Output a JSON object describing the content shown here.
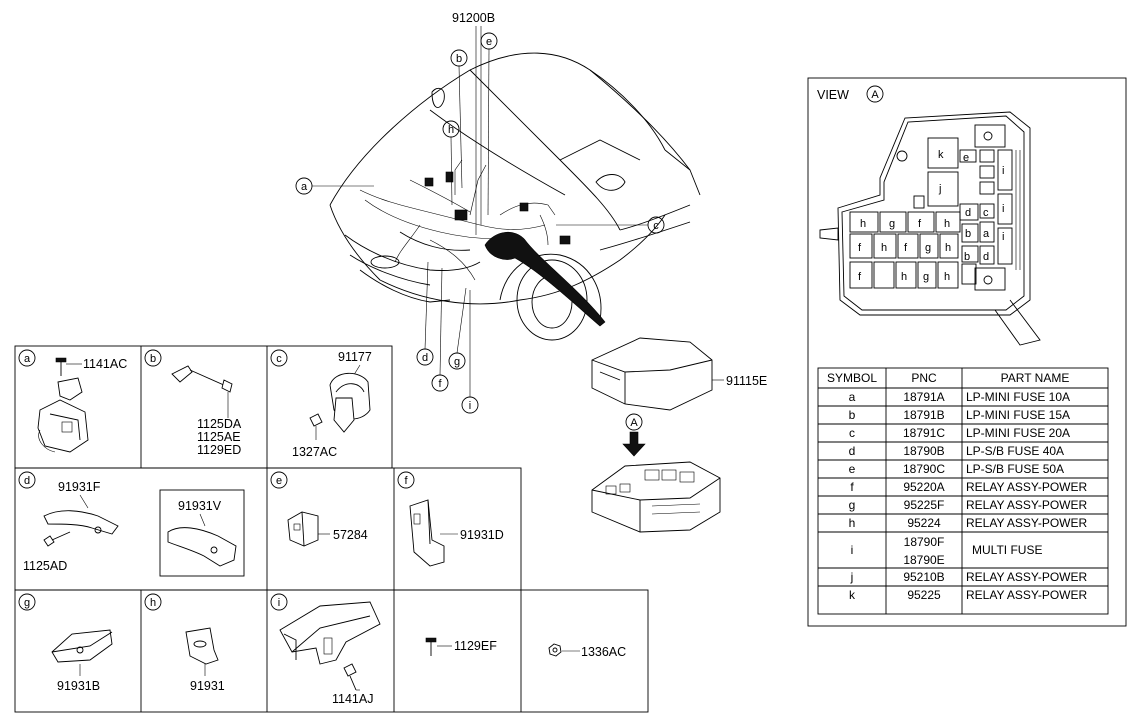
{
  "main_diagram": {
    "top_part": "91200B",
    "callouts": [
      "a",
      "b",
      "c",
      "d",
      "e",
      "f",
      "g",
      "h",
      "i"
    ],
    "fuse_box_cover": "91115E",
    "view_marker": "A"
  },
  "panels": {
    "a": {
      "letter": "a",
      "parts": [
        "1141AC"
      ]
    },
    "b": {
      "letter": "b",
      "parts": [
        "1125DA",
        "1125AE",
        "1129ED"
      ]
    },
    "c": {
      "letter": "c",
      "parts": [
        "91177",
        "1327AC"
      ]
    },
    "d": {
      "letter": "d",
      "parts": [
        "91931F",
        "1125AD",
        "91931V"
      ]
    },
    "e": {
      "letter": "e",
      "parts": [
        "57284"
      ]
    },
    "f": {
      "letter": "f",
      "parts": [
        "91931D"
      ]
    },
    "g": {
      "letter": "g",
      "parts": [
        "91931B"
      ]
    },
    "h": {
      "letter": "h",
      "parts": [
        "91931"
      ]
    },
    "i": {
      "letter": "i",
      "parts": [
        "1141AJ"
      ]
    },
    "extra1": {
      "parts": [
        "1129EF"
      ]
    },
    "extra2": {
      "parts": [
        "1336AC"
      ]
    }
  },
  "view_box": {
    "title": "VIEW",
    "marker": "A",
    "labels": [
      "k",
      "e",
      "j",
      "h",
      "g",
      "f",
      "h",
      "f",
      "h",
      "f",
      "g",
      "h",
      "f",
      "h",
      "g",
      "h",
      "d",
      "c",
      "b",
      "a",
      "b",
      "d",
      "i",
      "i",
      "i"
    ]
  },
  "parts_table": {
    "headers": [
      "SYMBOL",
      "PNC",
      "PART NAME"
    ],
    "rows": [
      {
        "symbol": "a",
        "pnc": "18791A",
        "name": "LP-MINI FUSE 10A"
      },
      {
        "symbol": "b",
        "pnc": "18791B",
        "name": "LP-MINI FUSE 15A"
      },
      {
        "symbol": "c",
        "pnc": "18791C",
        "name": "LP-MINI FUSE 20A"
      },
      {
        "symbol": "d",
        "pnc": "18790B",
        "name": "LP-S/B FUSE 40A"
      },
      {
        "symbol": "e",
        "pnc": "18790C",
        "name": "LP-S/B FUSE 50A"
      },
      {
        "symbol": "f",
        "pnc": "95220A",
        "name": "RELAY ASSY-POWER"
      },
      {
        "symbol": "g",
        "pnc": "95225F",
        "name": "RELAY ASSY-POWER"
      },
      {
        "symbol": "h",
        "pnc": "95224",
        "name": "RELAY ASSY-POWER"
      },
      {
        "symbol": "i",
        "pnc": "18790F",
        "pnc2": "18790E",
        "name": "MULTI FUSE"
      },
      {
        "symbol": "j",
        "pnc": "95210B",
        "name": "RELAY ASSY-POWER"
      },
      {
        "symbol": "k",
        "pnc": "95225",
        "name": "RELAY ASSY-POWER"
      }
    ]
  }
}
